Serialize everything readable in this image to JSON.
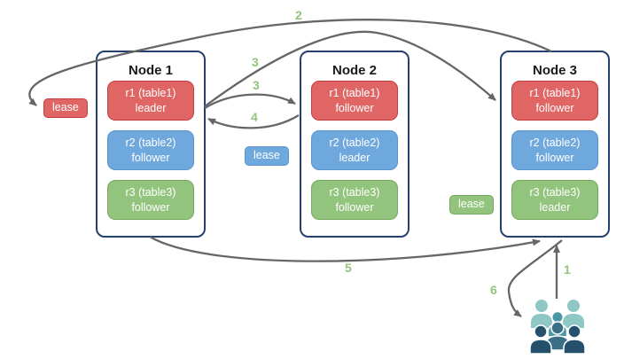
{
  "diagram": {
    "nodes": [
      {
        "title": "Node 1",
        "replicas": [
          {
            "name": "r1 (table1)",
            "role": "leader",
            "color": "red"
          },
          {
            "name": "r2 (table2)",
            "role": "follower",
            "color": "blue"
          },
          {
            "name": "r3 (table3)",
            "role": "follower",
            "color": "green"
          }
        ]
      },
      {
        "title": "Node 2",
        "replicas": [
          {
            "name": "r1 (table1)",
            "role": "follower",
            "color": "red"
          },
          {
            "name": "r2 (table2)",
            "role": "leader",
            "color": "blue"
          },
          {
            "name": "r3 (table3)",
            "role": "follower",
            "color": "green"
          }
        ]
      },
      {
        "title": "Node 3",
        "replicas": [
          {
            "name": "r1 (table1)",
            "role": "follower",
            "color": "red"
          },
          {
            "name": "r2 (table2)",
            "role": "follower",
            "color": "blue"
          },
          {
            "name": "r3 (table3)",
            "role": "leader",
            "color": "green"
          }
        ]
      }
    ],
    "leases": [
      {
        "label": "lease",
        "color": "red"
      },
      {
        "label": "lease",
        "color": "blue"
      },
      {
        "label": "lease",
        "color": "green"
      }
    ],
    "steps": [
      {
        "text": "1"
      },
      {
        "text": "2"
      },
      {
        "text": "3"
      },
      {
        "text": "3"
      },
      {
        "text": "4"
      },
      {
        "text": "5"
      },
      {
        "text": "6"
      }
    ]
  },
  "colors": {
    "red": "#e06666",
    "red_border": "#c43e3e",
    "blue": "#6fa8dc",
    "blue_border": "#5b95cf",
    "green": "#93c47d",
    "green_border": "#74a85c",
    "node_border": "#24406f",
    "arrow": "#666666",
    "step": "#93c47d",
    "teal_light": "#8fc7c5",
    "teal_mid": "#4d97a5",
    "teal_steel": "#3b6f85",
    "teal_dark": "#24506b"
  }
}
